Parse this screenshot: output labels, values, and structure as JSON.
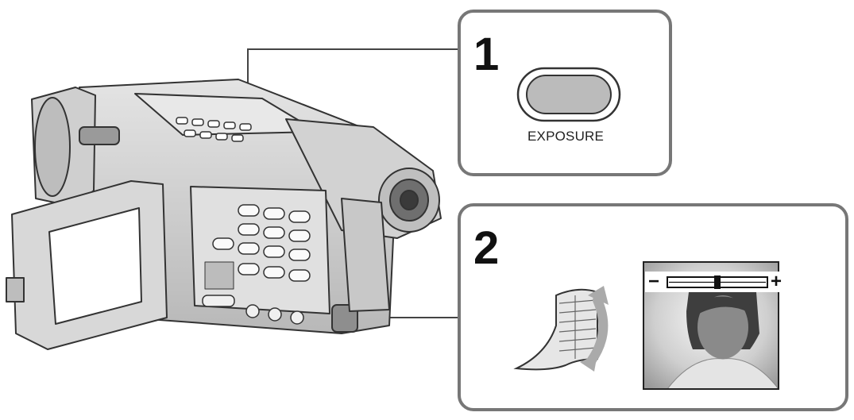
{
  "steps": [
    {
      "number": "1",
      "button_label": "EXPOSURE"
    },
    {
      "number": "2",
      "indicator": {
        "minus": "−",
        "plus": "+",
        "level_percent": 50
      }
    }
  ],
  "icons": [
    "camcorder-icon",
    "exposure-button-icon",
    "control-dial-icon",
    "rotate-arrow-icon",
    "viewfinder-face-icon"
  ],
  "colors": {
    "line": "#333333",
    "panel_border": "#777777",
    "button_fill": "#bbbbbb"
  }
}
